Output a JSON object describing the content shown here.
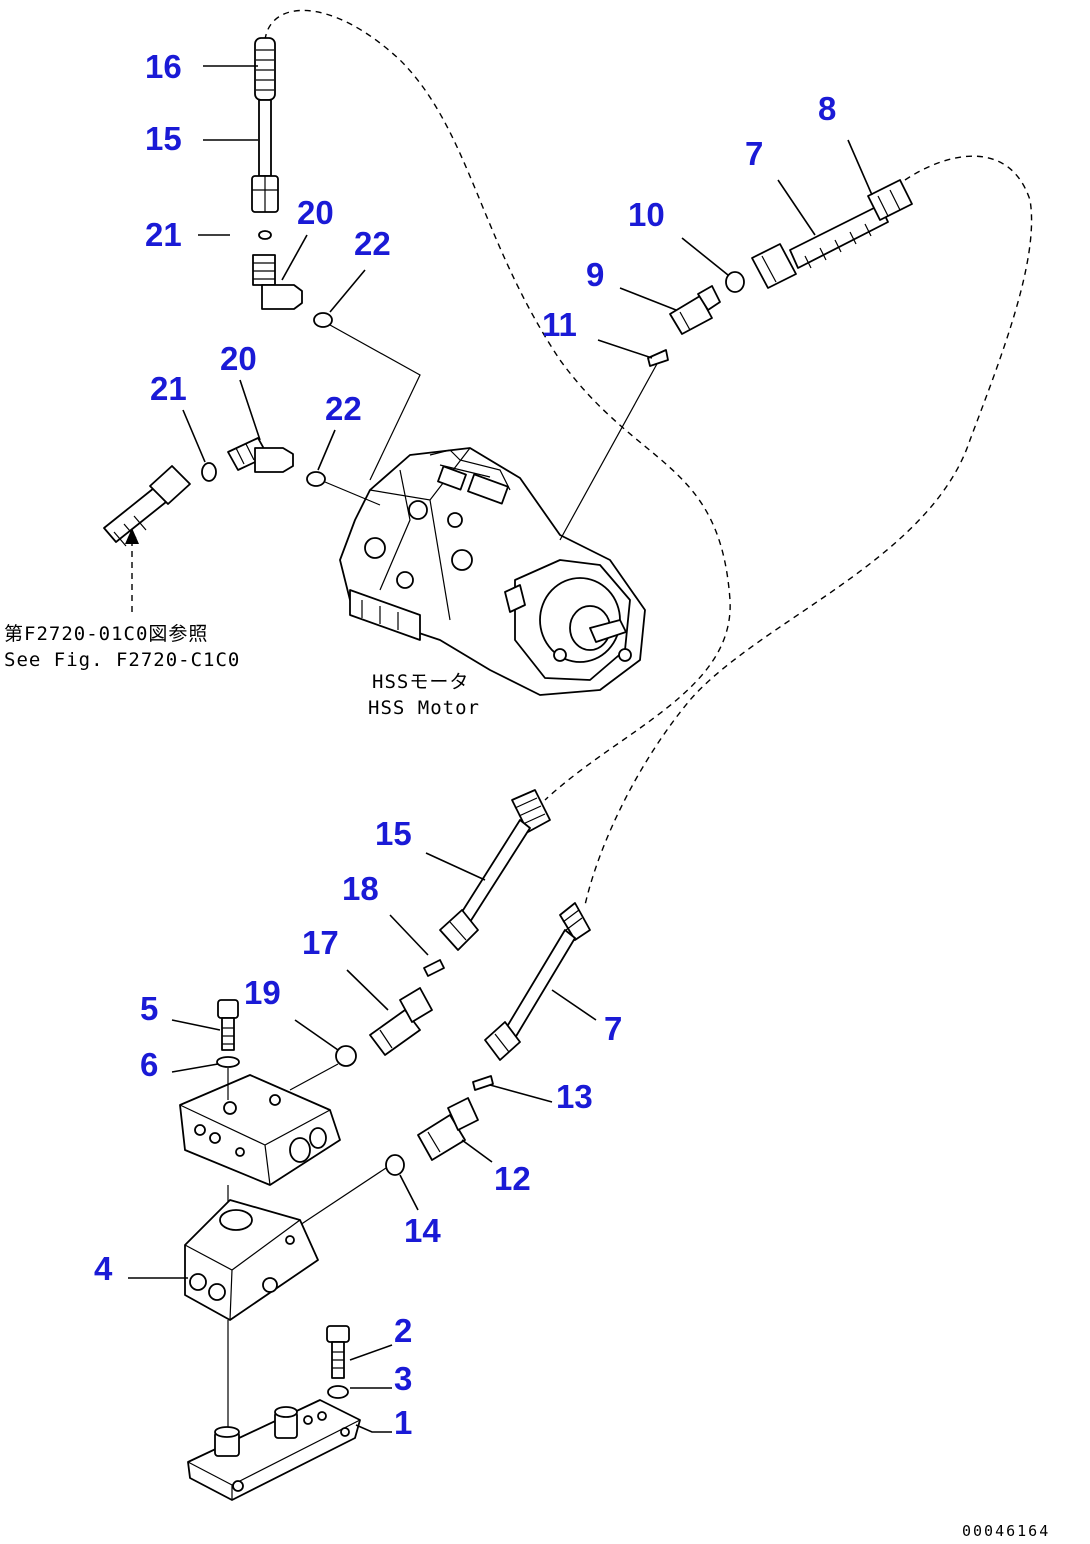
{
  "labels": [
    {
      "id": "p16a",
      "text": "16"
    },
    {
      "id": "p15a",
      "text": "15"
    },
    {
      "id": "p21a",
      "text": "21"
    },
    {
      "id": "p20a",
      "text": "20"
    },
    {
      "id": "p22a",
      "text": "22"
    },
    {
      "id": "p20b",
      "text": "20"
    },
    {
      "id": "p21b",
      "text": "21"
    },
    {
      "id": "p22b",
      "text": "22"
    },
    {
      "id": "p8",
      "text": "8"
    },
    {
      "id": "p7a",
      "text": "7"
    },
    {
      "id": "p10",
      "text": "10"
    },
    {
      "id": "p9",
      "text": "9"
    },
    {
      "id": "p11",
      "text": "11"
    },
    {
      "id": "p15b",
      "text": "15"
    },
    {
      "id": "p18",
      "text": "18"
    },
    {
      "id": "p17",
      "text": "17"
    },
    {
      "id": "p19",
      "text": "19"
    },
    {
      "id": "p5",
      "text": "5"
    },
    {
      "id": "p6",
      "text": "6"
    },
    {
      "id": "p7b",
      "text": "7"
    },
    {
      "id": "p13",
      "text": "13"
    },
    {
      "id": "p12",
      "text": "12"
    },
    {
      "id": "p14",
      "text": "14"
    },
    {
      "id": "p4",
      "text": "4"
    },
    {
      "id": "p2",
      "text": "2"
    },
    {
      "id": "p3",
      "text": "3"
    },
    {
      "id": "p1",
      "text": "1"
    }
  ],
  "reference_note": {
    "line1": "第F2720-01C0図参照",
    "line2": "See Fig. F2720-C1C0"
  },
  "motor_caption": {
    "line1": "HSSモータ",
    "line2": "HSS Motor"
  },
  "doc_id": "00046164",
  "colors": {
    "label": "#1a1ad6",
    "line": "#000000",
    "background": "#ffffff"
  }
}
